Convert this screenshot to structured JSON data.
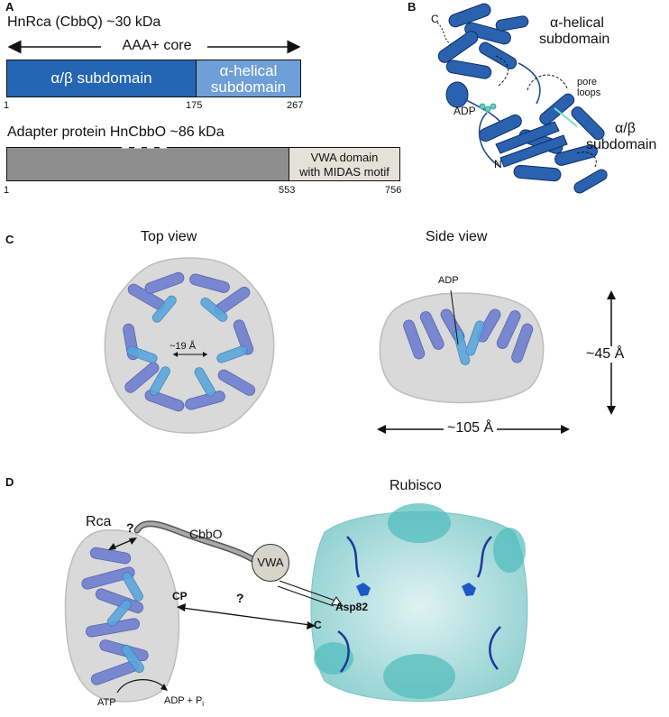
{
  "panels": {
    "a": "A",
    "b": "B",
    "c": "C",
    "d": "D"
  },
  "panel_a": {
    "rca_title": "HnRca (CbbQ) ~30 kDa",
    "aaa_core": "AAA+ core",
    "alpha_beta_label": "α/β subdomain",
    "alpha_helical_label_1": "α-helical",
    "alpha_helical_label_2": "subdomain",
    "rca_ticks": [
      "1",
      "175",
      "267"
    ],
    "cbbo_title": "Adapter protein HnCbbO ~86 kDa",
    "vwa_label_1": "VWA domain",
    "vwa_label_2": "with MIDAS motif",
    "cbbo_ticks": [
      "1",
      "553",
      "756"
    ],
    "colors": {
      "alpha_beta": "#2466b3",
      "alpha_helical": "#6e9fd6",
      "cbbo_body": "#8e8e8e",
      "vwa": "#e4e2d8"
    }
  },
  "panel_b": {
    "alpha_helical_1": "α-helical",
    "alpha_helical_2": "subdomain",
    "pore_1": "pore",
    "pore_2": "loops",
    "alpha_beta_1": "α/β",
    "alpha_beta_2": "subdomain",
    "adp": "ADP",
    "c_term": "C",
    "n_term": "N"
  },
  "panel_c": {
    "top_view": "Top view",
    "side_view": "Side view",
    "pore_width": "~19 Å",
    "adp": "ADP",
    "height": "~45 Å",
    "width": "~105 Å"
  },
  "panel_d": {
    "rubisco": "Rubisco",
    "rca": "Rca",
    "cbbo": "CbbO",
    "vwa": "VWA",
    "cp": "CP",
    "q1": "?",
    "q2": "?",
    "c_term": "C",
    "asp": "Asp82",
    "atp": "ATP",
    "adp_pi": "ADP + P",
    "pi_sub": "i"
  }
}
